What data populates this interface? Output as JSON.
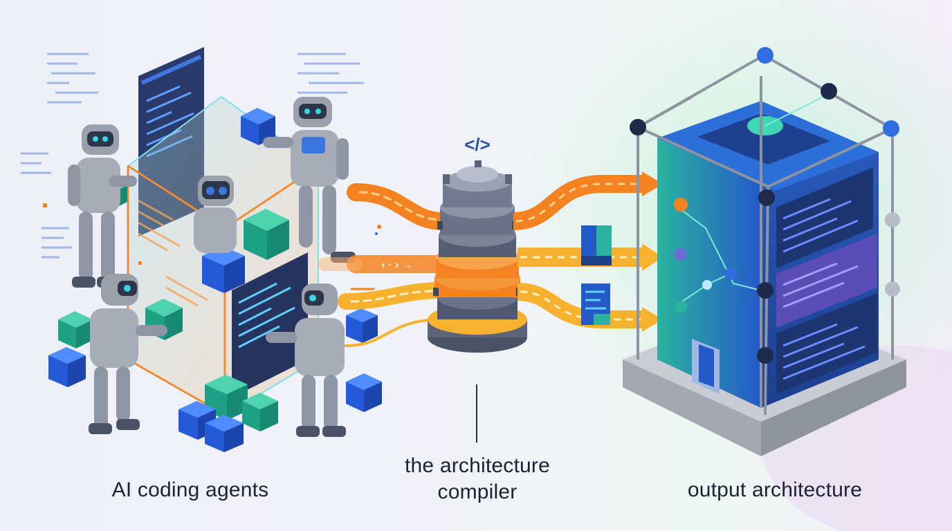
{
  "captions": {
    "left": "AI coding agents",
    "middle_line1": "the architecture",
    "middle_line2": "compiler",
    "right": "output architecture"
  },
  "icons": {
    "compiler_badge": "code-brackets-icon",
    "flow_hint": "code-arrow-icon"
  },
  "compiler_badge_text": "</>",
  "flow_hint_text": "‹ · › →",
  "colors": {
    "blue": "#2f6de0",
    "teal": "#27b39a",
    "orange": "#f58220",
    "amber": "#f6b22e",
    "navy": "#1e3f8a",
    "robot_gray": "#9aa1ad"
  }
}
